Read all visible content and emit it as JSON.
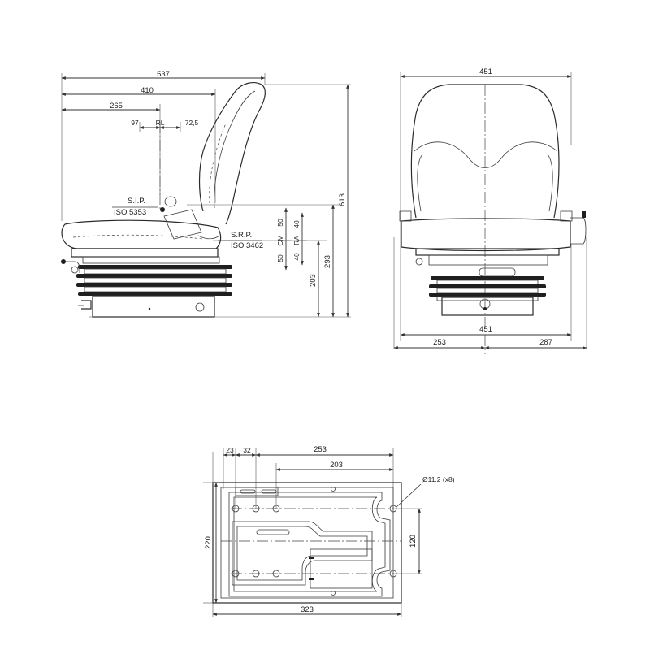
{
  "side_view": {
    "dims": {
      "d537": "537",
      "d410": "410",
      "d265": "265",
      "d97": "97",
      "rl": "RL",
      "d72_5": "72,5",
      "d613": "613",
      "d293": "293",
      "d203": "203",
      "cm": "CM",
      "cm_top": "50",
      "cm_bottom": "50",
      "ra": "RA",
      "ra_top": "40",
      "ra_bottom": "40"
    },
    "labels": {
      "sip": "S.I.P.",
      "sip_iso": "ISO 5353",
      "srp": "S.R.P.",
      "srp_iso": "ISO 3462"
    }
  },
  "front_view": {
    "dims": {
      "top_width": "451",
      "bottom_width": "451",
      "left_offset": "253",
      "right_offset": "287"
    }
  },
  "base_plate": {
    "dims": {
      "d23": "23",
      "d32": "32",
      "d253": "253",
      "d203": "203",
      "hole": "Ø11.2 (x8)",
      "height": "220",
      "hole_spacing": "120",
      "width": "323"
    }
  }
}
